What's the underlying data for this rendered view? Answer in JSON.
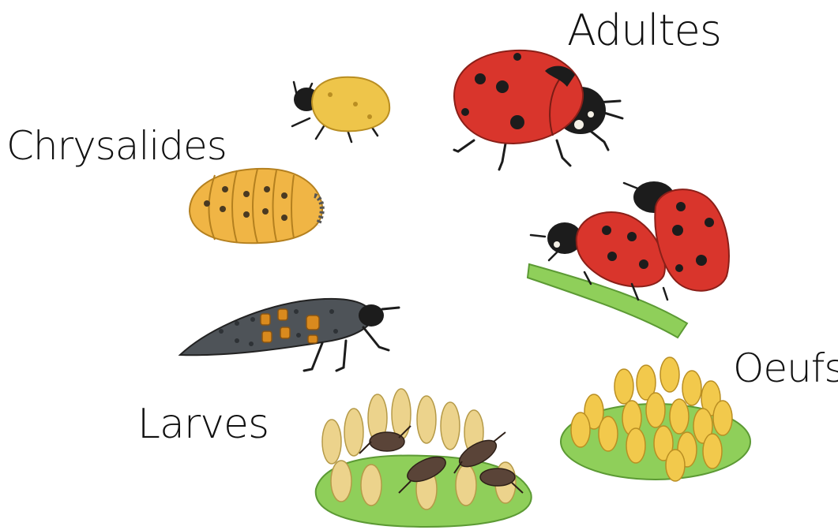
{
  "labels": {
    "adultes": "Adultes",
    "chrysalides": "Chrysalides",
    "oeufs": "Oeufs",
    "larves": "Larves"
  },
  "colors": {
    "ladybug_red": "#d9352c",
    "ladybug_black": "#1c1c1c",
    "young_adult_yellow": "#eec54a",
    "pupa_orange": "#f0b545",
    "larva_grey": "#4e5358",
    "larva_orange": "#d98a1e",
    "egg_yellow": "#f2c94c",
    "leaf_green": "#8fcf5a"
  },
  "icons": {
    "adult": "ladybug-adult-icon",
    "mating": "ladybug-mating-icon",
    "eggs": "egg-cluster-icon",
    "hatchlings": "hatching-larvae-icon",
    "larva": "larva-icon",
    "pupa": "pupa-icon",
    "young_adult": "young-adult-ladybug-icon"
  }
}
